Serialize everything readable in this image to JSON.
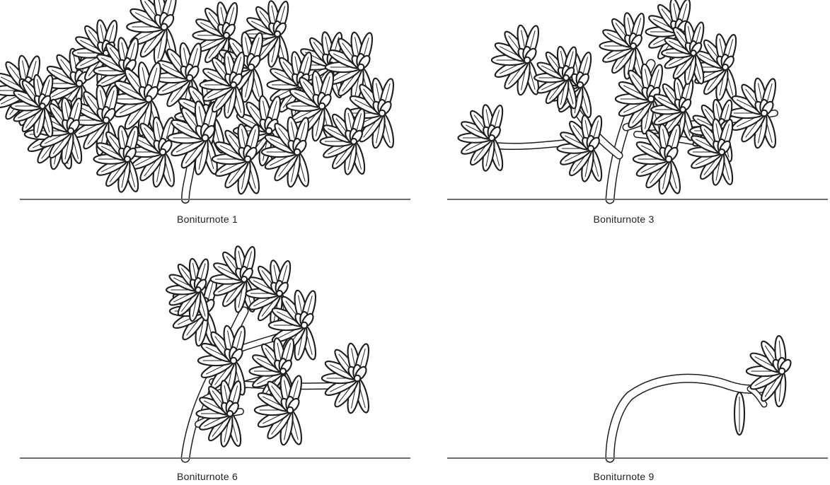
{
  "figure": {
    "panels": [
      {
        "id": "p1",
        "label": "Boniturnote 1"
      },
      {
        "id": "p3",
        "label": "Boniturnote 3"
      },
      {
        "id": "p6",
        "label": "Boniturnote 6"
      },
      {
        "id": "p9",
        "label": "Boniturnote 9"
      }
    ]
  }
}
